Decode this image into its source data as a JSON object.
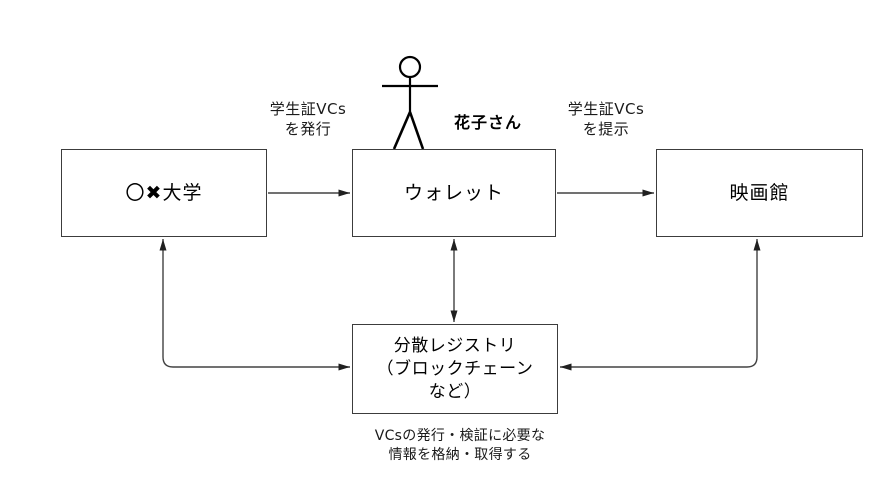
{
  "nodes": {
    "university": {
      "label": "〇✖大学"
    },
    "wallet": {
      "label": "ウォレット"
    },
    "cinema": {
      "label": "映画館"
    },
    "registry": {
      "line1": "分散レジストリ",
      "line2": "（ブロックチェーン",
      "line3": "など）"
    }
  },
  "edges": {
    "issue": {
      "line1": "学生証VCs",
      "line2": "を発行"
    },
    "present": {
      "line1": "学生証VCs",
      "line2": "を提示"
    }
  },
  "actor": {
    "name": "花子さん"
  },
  "registry_caption": {
    "line1": "VCsの発行・検証に必要な",
    "line2": "情報を格納・取得する"
  },
  "colors": {
    "background": "#ffffff",
    "box_border": "#3c3c3c",
    "connector_stroke": "#424242",
    "arrowhead": "#202020",
    "text": "#000000"
  }
}
